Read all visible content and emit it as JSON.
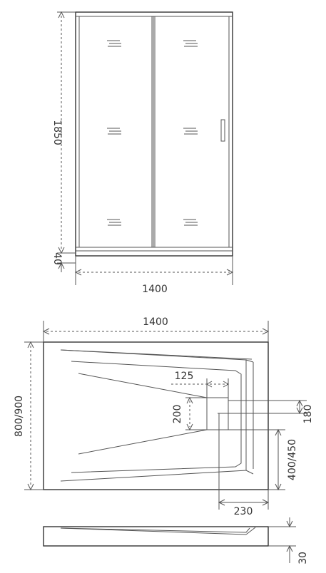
{
  "door": {
    "height_label": "1850",
    "base_label": "40",
    "width_label": "1400"
  },
  "tray": {
    "width_label": "1400",
    "depth_label": "800/900",
    "drain_offset_label": "125",
    "drain_size_label": "200",
    "drain_to_edge_label": "180",
    "drain_position_label": "400/450",
    "drain_side_label": "230",
    "height_label": "30"
  }
}
